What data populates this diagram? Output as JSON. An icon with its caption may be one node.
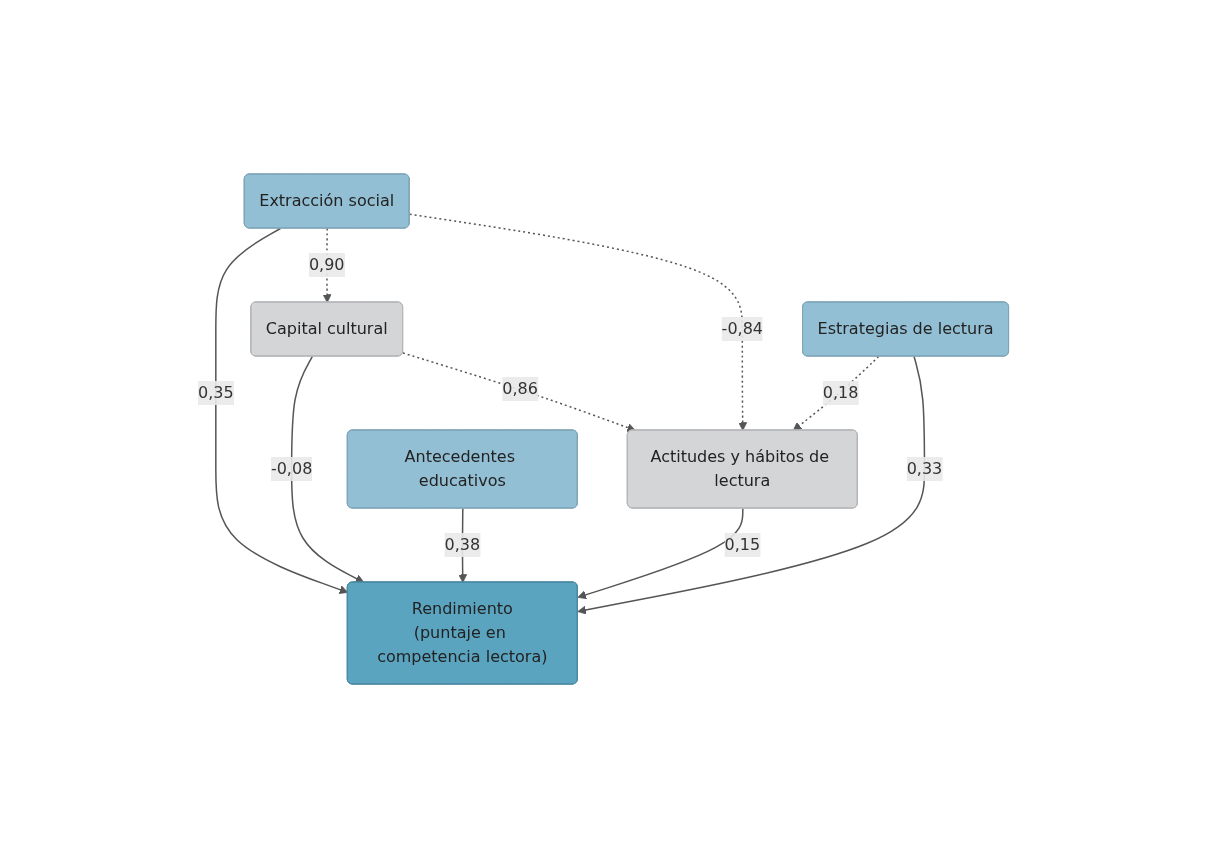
{
  "diagram": {
    "nodes": [
      {
        "text": [
          "Extracción social"
        ]
      },
      {
        "text": [
          "Capital cultural"
        ]
      },
      {
        "text": [
          "Antecedentes educativos"
        ]
      },
      {
        "text": [
          "Actitudes y hábitos de lectura"
        ]
      },
      {
        "text": [
          "Estrategias de lectura"
        ]
      },
      {
        "text": [
          "Rendimiento",
          "(puntaje en competencia lectora)"
        ]
      }
    ],
    "edges": [
      {
        "from": 0,
        "to": 1,
        "arrow": "to",
        "label": "0,90",
        "style": "dashed"
      },
      {
        "from": 0,
        "to": 5,
        "arrow": "to",
        "label": "0,35"
      },
      {
        "from": 1,
        "to": 5,
        "arrow": "to",
        "label": "-0,08"
      },
      {
        "from": 1,
        "to": 3,
        "arrow": "to",
        "label": "0,86",
        "style": "dashed"
      },
      {
        "from": 0,
        "to": 3,
        "arrow": "to",
        "label": "-0,84",
        "style": "dashed"
      },
      {
        "from": 2,
        "to": 5,
        "arrow": "to",
        "label": "0,38"
      },
      {
        "from": 3,
        "to": 5,
        "arrow": "to",
        "label": "0,15"
      },
      {
        "from": 4,
        "to": 3,
        "arrow": "to",
        "label": "0,18",
        "style": "dashed"
      },
      {
        "from": 4,
        "to": 5,
        "arrow": "to",
        "label": "0,33"
      }
    ]
  }
}
